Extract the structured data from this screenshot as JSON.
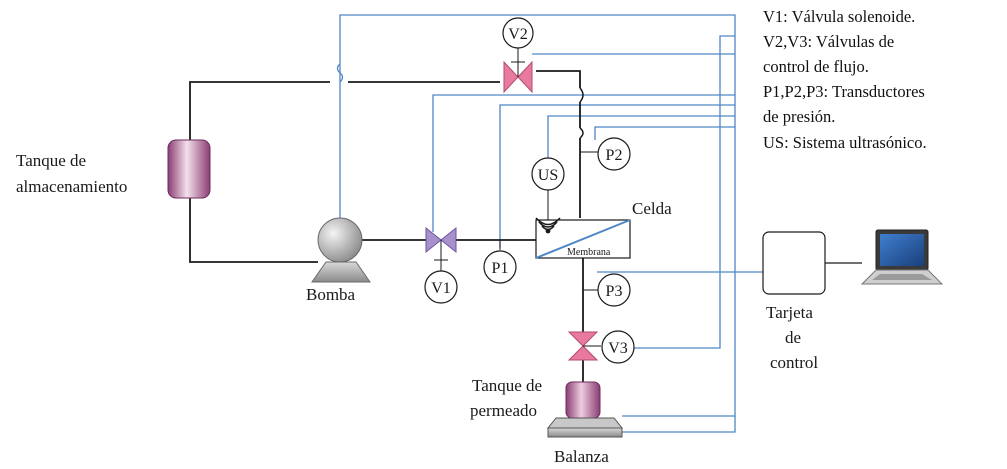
{
  "legend": {
    "line1": "V1: Válvula solenoide.",
    "line2": "V2,V3: Válvulas de",
    "line3": "control de flujo.",
    "line4": "P1,P2,P3: Transductores",
    "line5": "de presión.",
    "line6": "US: Sistema ultrasónico."
  },
  "labels": {
    "storage_tank_line1": "Tanque de",
    "storage_tank_line2": "almacenamiento",
    "pump": "Bomba",
    "cell": "Celda",
    "membrane": "Membrana",
    "permeate_tank_line1": "Tanque de",
    "permeate_tank_line2": "permeado",
    "scale": "Balanza",
    "control_card_line1": "Tarjeta",
    "control_card_line2": "de",
    "control_card_line3": "control"
  },
  "instruments": {
    "v1": "V1",
    "v2": "V2",
    "v3": "V3",
    "p1": "P1",
    "p2": "P2",
    "p3": "P3",
    "us": "US"
  },
  "colors": {
    "signal_line": "#4f86c6",
    "pipe": "#1a1a1a",
    "tank_fill": "#b05b95",
    "control_valve": "#e87aa0",
    "solenoid_valve": "#a890cc"
  }
}
